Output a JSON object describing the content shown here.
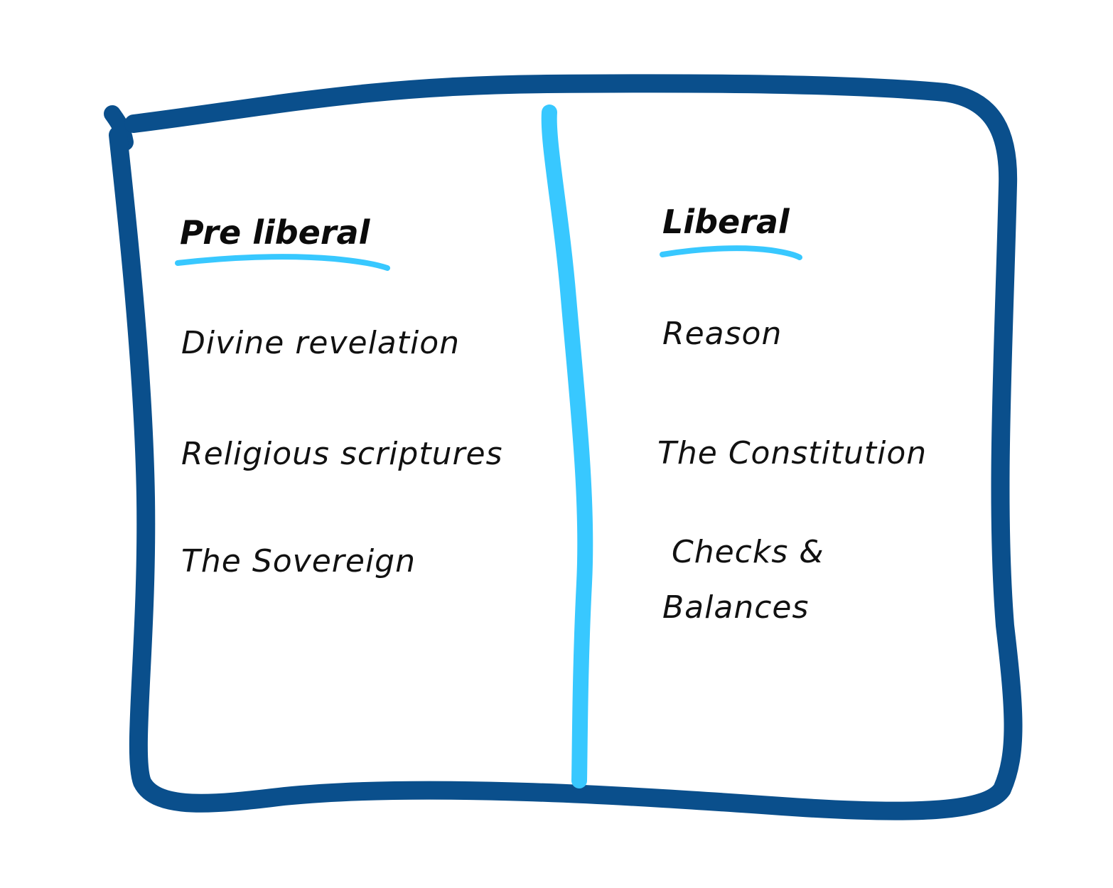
{
  "colors": {
    "frame": "#0a4f8c",
    "divider": "#38c8ff",
    "underline": "#38c8ff",
    "text": "#111111",
    "background": "#ffffff"
  },
  "left_column": {
    "heading": "Pre liberal",
    "items": [
      "Divine revelation",
      "Religious scriptures",
      "The Sovereign"
    ]
  },
  "right_column": {
    "heading": "Liberal",
    "items": [
      "Reason",
      "The Constitution",
      "Checks &",
      "Balances"
    ]
  }
}
